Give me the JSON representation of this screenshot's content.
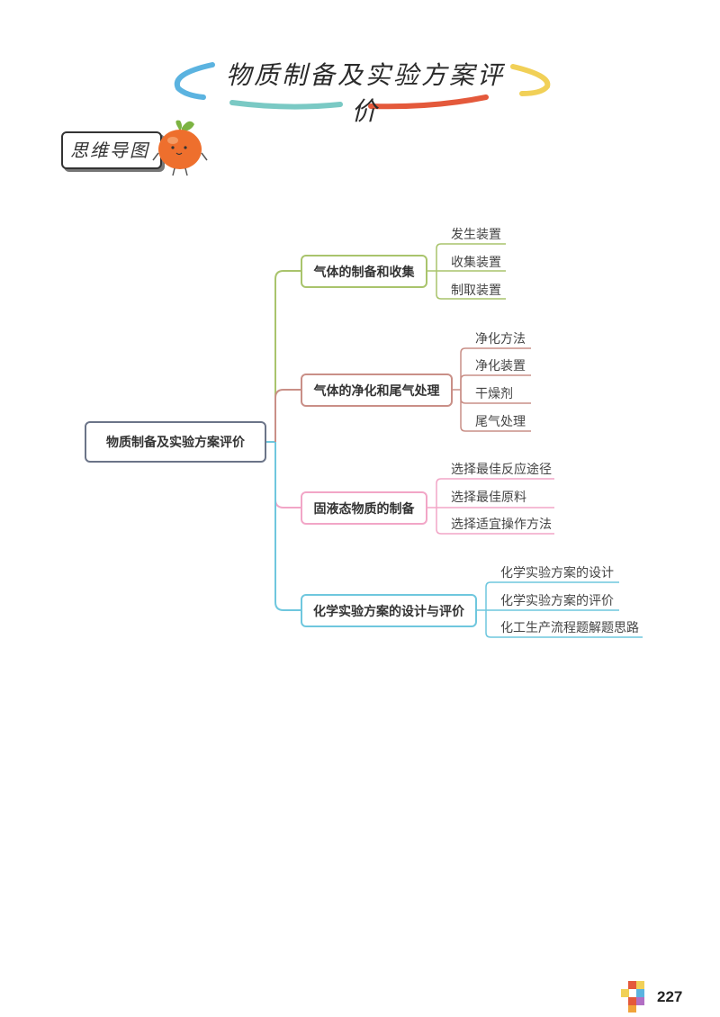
{
  "title": "物质制备及实验方案评价",
  "badge": "思维导图",
  "page_number": "227",
  "colors": {
    "arc_left": "#5bb3e0",
    "arc_mid": "#7ac9c4",
    "arc_right_red": "#e4593b",
    "arc_right_yellow": "#f1d057",
    "root": "#6b7488",
    "branch1": "#a9c46c",
    "branch2": "#c98f87",
    "branch3": "#f2a6c7",
    "branch4": "#6fc7de",
    "orange": "#ee6f2d",
    "leaf_green": "#7cb342"
  },
  "mindmap": {
    "root": "物质制备及实验方案评价",
    "branches": [
      {
        "label": "气体的制备和收集",
        "items": [
          "发生装置",
          "收集装置",
          "制取装置"
        ]
      },
      {
        "label": "气体的净化和尾气处理",
        "items": [
          "净化方法",
          "净化装置",
          "干燥剂",
          "尾气处理"
        ]
      },
      {
        "label": "固液态物质的制备",
        "items": [
          "选择最佳反应途径",
          "选择最佳原料",
          "选择适宜操作方法"
        ]
      },
      {
        "label": "化学实验方案的设计与评价",
        "items": [
          "化学实验方案的设计",
          "化学实验方案的评价",
          "化工生产流程题解题思路"
        ]
      }
    ]
  }
}
